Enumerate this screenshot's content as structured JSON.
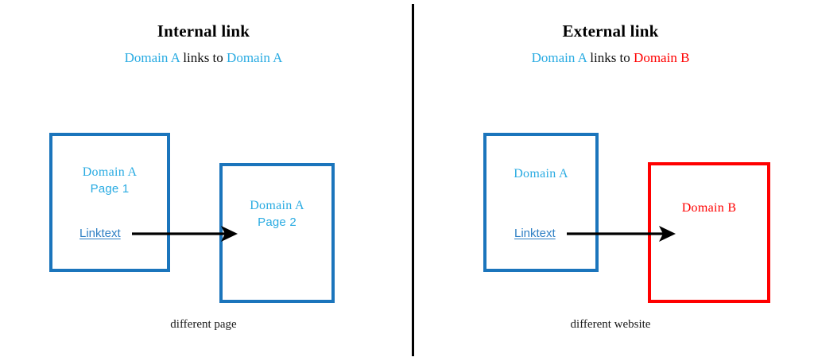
{
  "panels": [
    {
      "id": "internal",
      "title": "Internal link",
      "subtitle": {
        "source": "Domain A",
        "connector": " links to ",
        "target": "Domain A",
        "source_color": "#29ABE2",
        "target_color": "#29ABE2"
      },
      "caption": "different page",
      "boxes": [
        {
          "name": "source-box",
          "border_color": "#1B75BC",
          "lines": [
            {
              "text": "Domain A",
              "style": "serif",
              "color": "#29ABE2"
            },
            {
              "text": "Page 1",
              "style": "sans",
              "color": "#29ABE2"
            }
          ],
          "link_label": "Linktext",
          "link_color": "#2E7FC4"
        },
        {
          "name": "target-box",
          "border_color": "#1B75BC",
          "lines": [
            {
              "text": "Domain A",
              "style": "serif",
              "color": "#29ABE2"
            },
            {
              "text": "Page 2",
              "style": "sans",
              "color": "#29ABE2"
            }
          ]
        }
      ],
      "arrow": {
        "name": "link-arrow",
        "direction": "right",
        "color": "#000000"
      }
    },
    {
      "id": "external",
      "title": "External link",
      "subtitle": {
        "source": "Domain A",
        "connector": " links to ",
        "target": "Domain B",
        "source_color": "#29ABE2",
        "target_color": "#FF0000"
      },
      "caption": "different website",
      "boxes": [
        {
          "name": "source-box",
          "border_color": "#1B75BC",
          "lines": [
            {
              "text": "Domain A",
              "style": "serif",
              "color": "#29ABE2"
            }
          ],
          "link_label": "Linktext",
          "link_color": "#2E7FC4"
        },
        {
          "name": "target-box",
          "border_color": "#FF0000",
          "lines": [
            {
              "text": "Domain B",
              "style": "serif",
              "color": "#FF0000"
            }
          ]
        }
      ],
      "arrow": {
        "name": "link-arrow",
        "direction": "right",
        "color": "#000000"
      }
    }
  ],
  "divider": {
    "name": "panel-divider",
    "color": "#000000"
  },
  "colors": {
    "blue_border": "#1B75BC",
    "blue_text": "#29ABE2",
    "red": "#FF0000",
    "link_blue": "#2E7FC4",
    "black": "#000000",
    "background": "#FFFFFF"
  }
}
